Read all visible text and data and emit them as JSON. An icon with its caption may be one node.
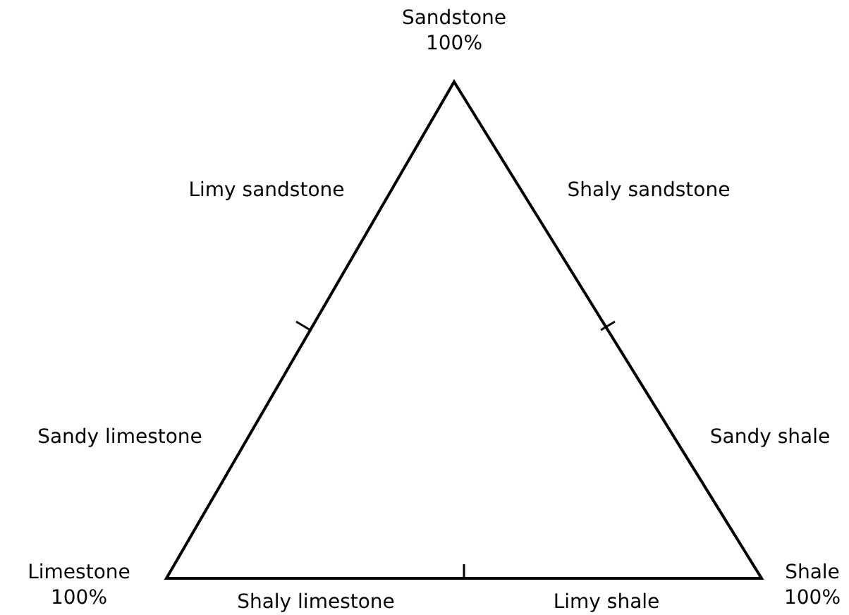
{
  "diagram": {
    "labels": [
      "Sandstone 100%",
      "Limy sandstone",
      "Shaly sandstone",
      "Sandy limestone",
      "Sandy shale",
      "Limestone 100%",
      "Shale 100%",
      "Shaly limestone",
      "Limy shale"
    ]
  }
}
